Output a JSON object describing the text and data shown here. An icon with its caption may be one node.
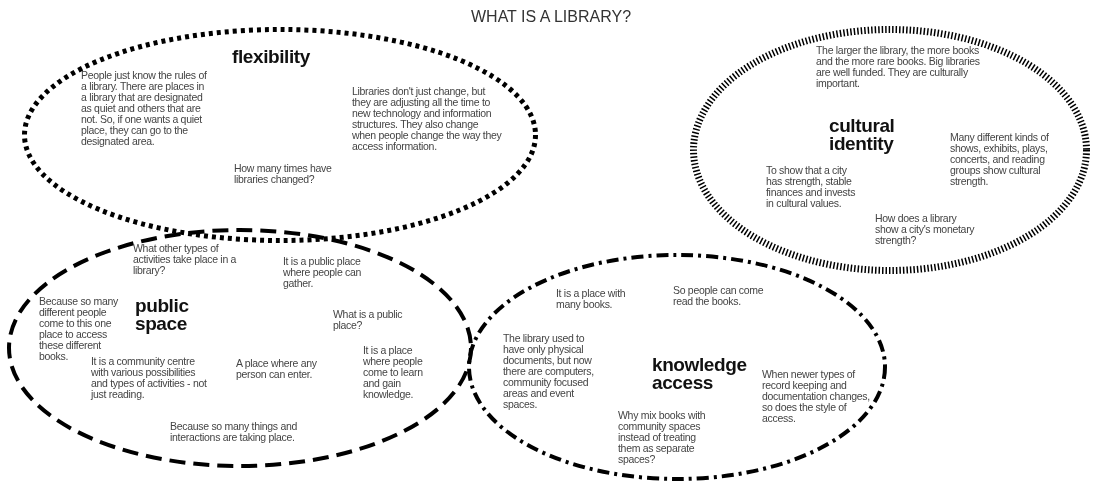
{
  "diagram": {
    "title": "WHAT IS A LIBRARY?",
    "nodes": [
      {
        "text": [
          "flexibility",
          "People just know the rules of a library. There are places in a library that are designated as quiet and others that are not. So, if one wants a quiet place, they can go to the designated area.",
          "Libraries don't just change, but they are adjusting all the time to new technology and information structures. They also change when people change the way they access information.",
          "How many times have libraries changed?"
        ]
      },
      {
        "text": [
          "The larger the library, the more books and the more rare books. Big libraries are well funded. They are culturally important.",
          "cultural identity",
          "Many different kinds of shows, exhibits, plays, concerts, and reading groups show cultural strength.",
          "To show that a city has strength, stable finances and invests in cultural values.",
          "How does a library show a city's monetary strength?"
        ]
      },
      {
        "text": [
          "What other types of activities take place in a library?",
          "It is a public place where people can gather.",
          "Because so many different people come to this one place to access these different books.",
          "public space",
          "What is a public place?",
          "It is a community centre with various possibilities and types of activities - not just reading.",
          "A place where any person can enter.",
          "It is a place where people come to learn and gain knowledge.",
          "Because so many things and interactions are taking place."
        ]
      },
      {
        "text": [
          "It is a place with many books.",
          "So people can come read the books.",
          "The library used to have only physical documents, but now there are computers, community focused areas and event spaces.",
          "knowledge access",
          "When newer types of record keeping and documentation changes, so does the style of access.",
          "Why mix books with community spaces instead of treating them as separate spaces?"
        ]
      }
    ],
    "edges": []
  }
}
